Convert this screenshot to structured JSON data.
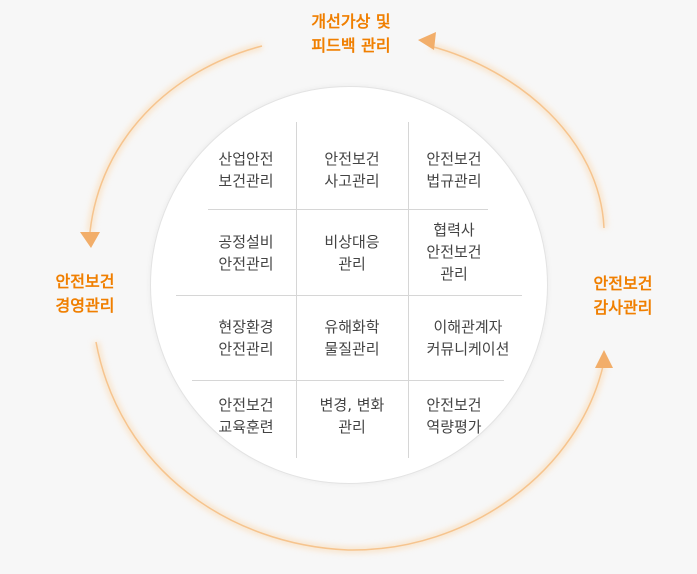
{
  "diagram": {
    "colors": {
      "accent": "#f07f00",
      "arc": "#f6c48e",
      "arrow": "#f2ae6a",
      "divider": "#d6d6d6",
      "text": "#444444"
    },
    "top_label": "개선가상 및\n피드백 관리",
    "left_label": "안전보건\n경영관리",
    "right_label": "안전보건\n감사관리",
    "cells": [
      "산업안전\n보건관리",
      "안전보건\n사고관리",
      "안전보건\n법규관리",
      "공정설비\n안전관리",
      "비상대응\n관리",
      "협력사\n안전보건\n관리",
      "현장환경\n안전관리",
      "유해화학\n물질관리",
      "이해관계자\n커뮤니케이션",
      "안전보건\n교육훈련",
      "변경, 변화\n관리",
      "안전보건\n역량평가"
    ]
  }
}
